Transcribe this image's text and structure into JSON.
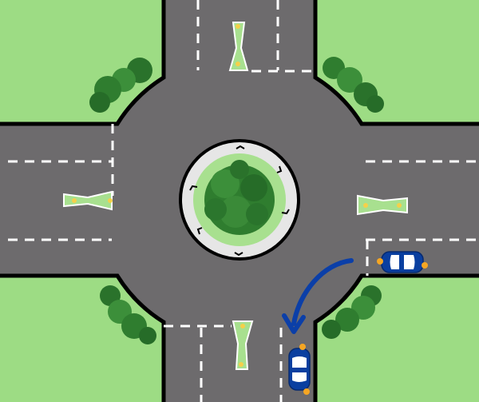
{
  "scene": {
    "type": "roundabout-intersection",
    "colors": {
      "grass": "#9ddc84",
      "road": "#6d6b6d",
      "curb": "#000000",
      "marking": "#ffffff",
      "island": "#a8e08f",
      "tree": "#2f7d2f",
      "car": "#0a3fa0",
      "arrow": "#0b3fa8",
      "indicator": "#f5a623"
    },
    "icons": [
      "car-icon",
      "car-icon",
      "curved-arrow-icon",
      "tree-icon"
    ],
    "cars": [
      {
        "orientation": "facing-left",
        "indicator": "left"
      },
      {
        "orientation": "facing-down",
        "indicator": "exiting"
      }
    ]
  }
}
